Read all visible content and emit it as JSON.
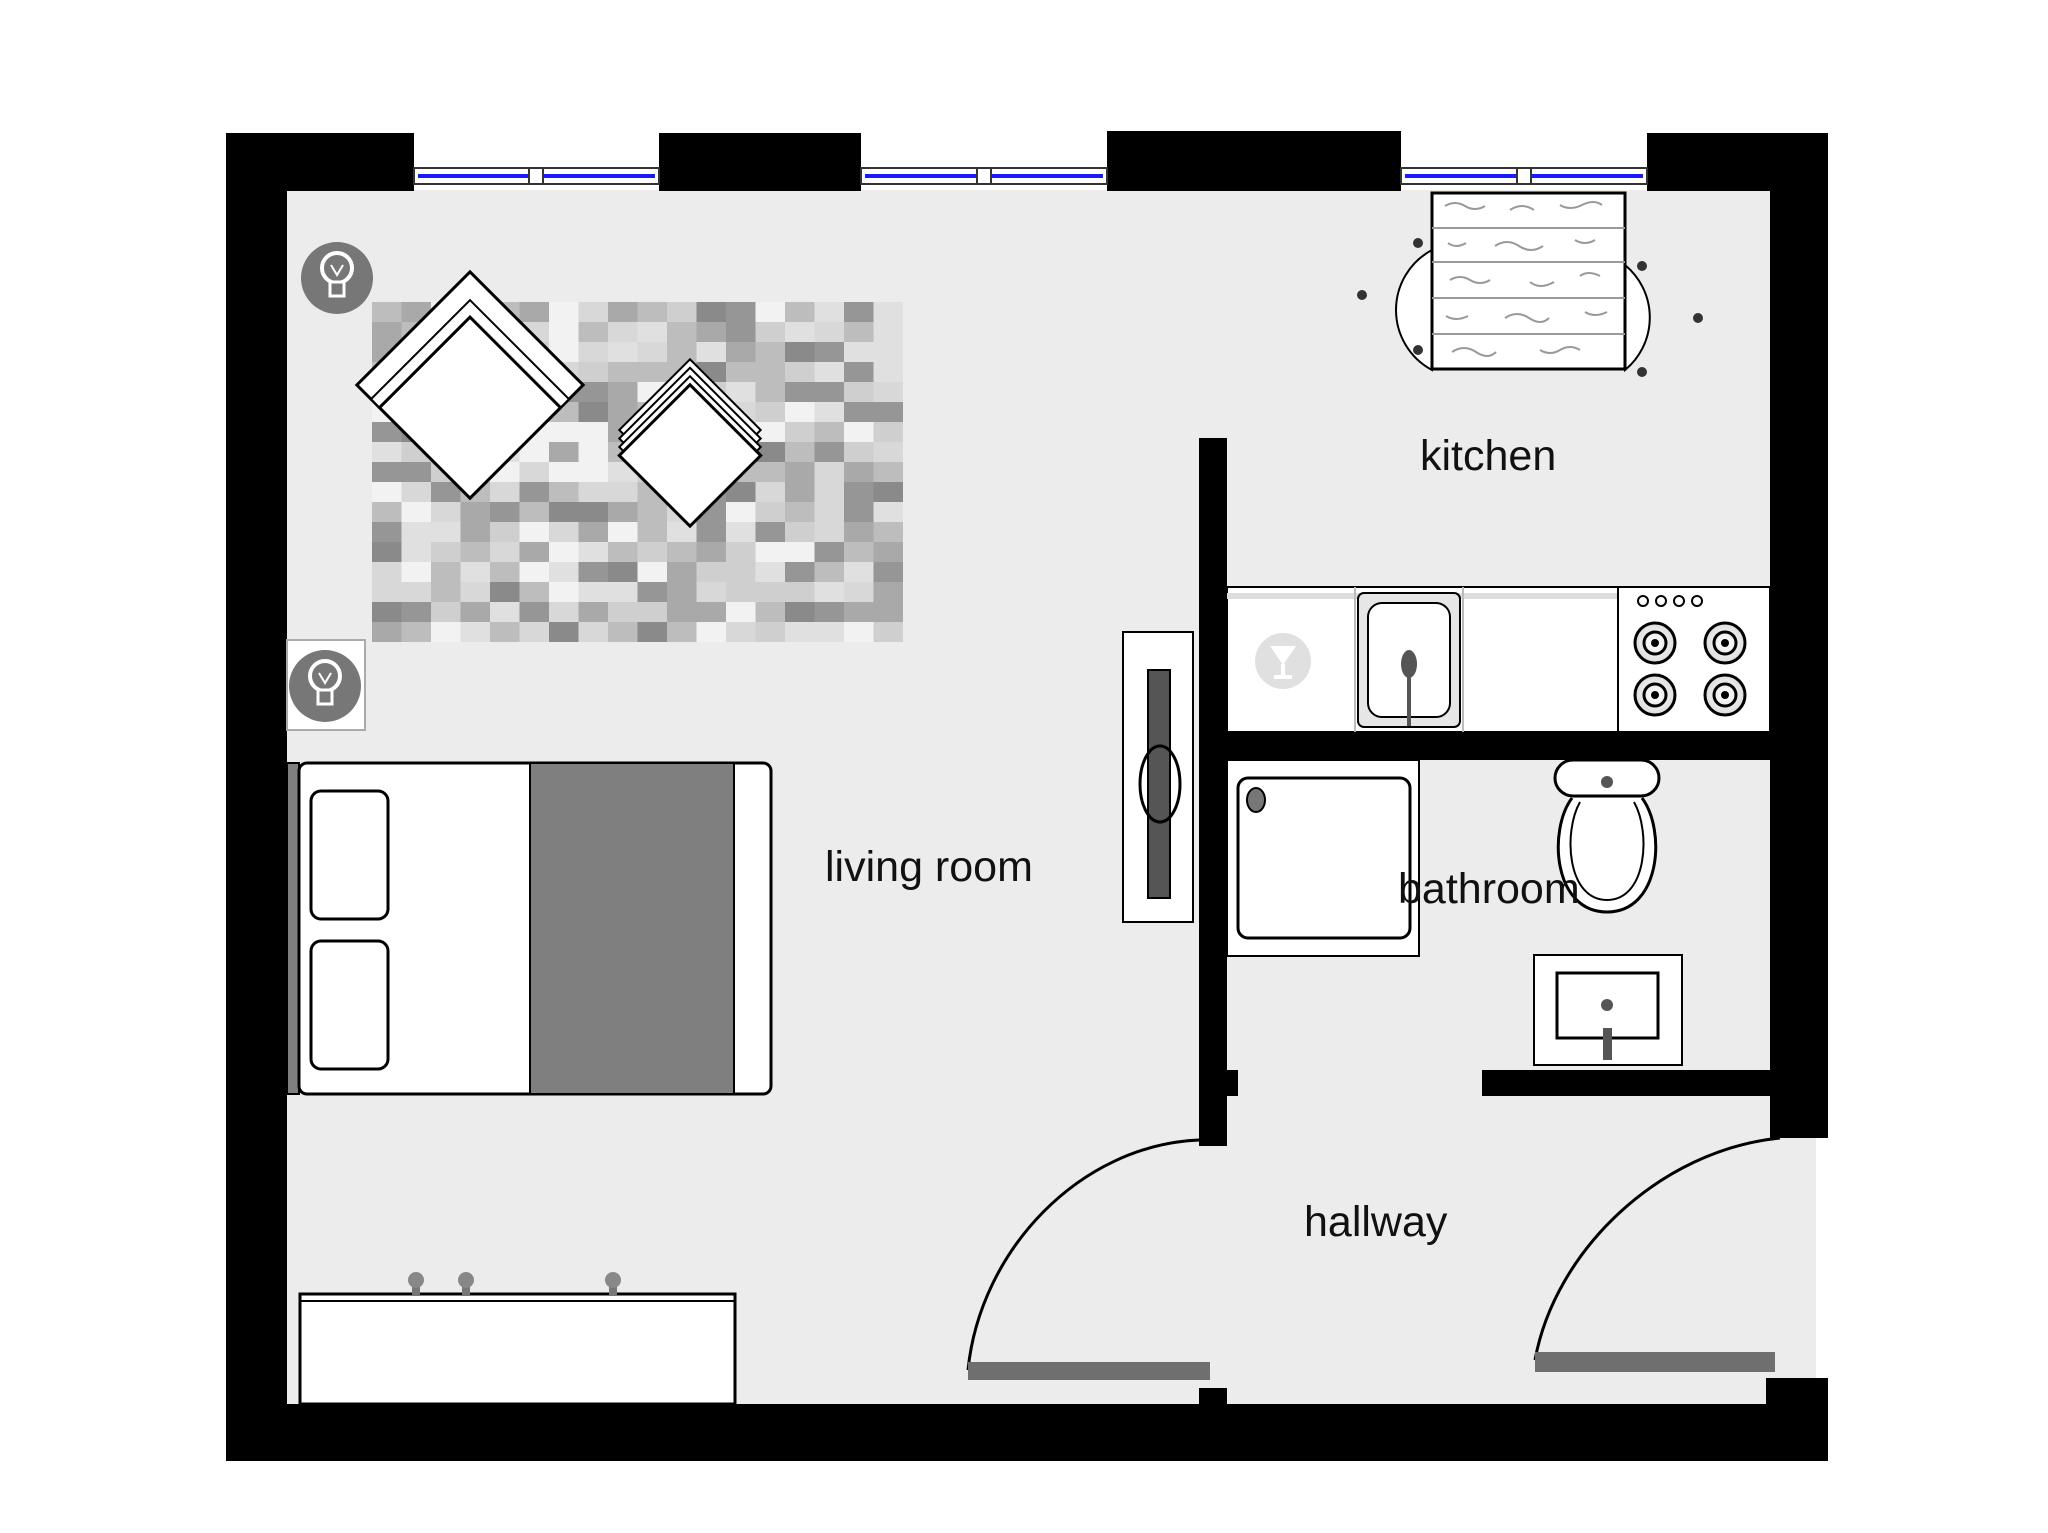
{
  "rooms": {
    "living_room": "living room",
    "kitchen": "kitchen",
    "bathroom": "bathroom",
    "hallway": "hallway"
  },
  "colors": {
    "wall": "#000000",
    "floor": "#ececec",
    "window_glass": "#1a1aff",
    "bedspread": "#7f7f7f",
    "door_leaf": "#6f6f6f",
    "furniture": "#ffffff"
  },
  "icons": {
    "ceiling_light": "lightbulb-icon",
    "wine_glass": "wine-glass-icon"
  }
}
